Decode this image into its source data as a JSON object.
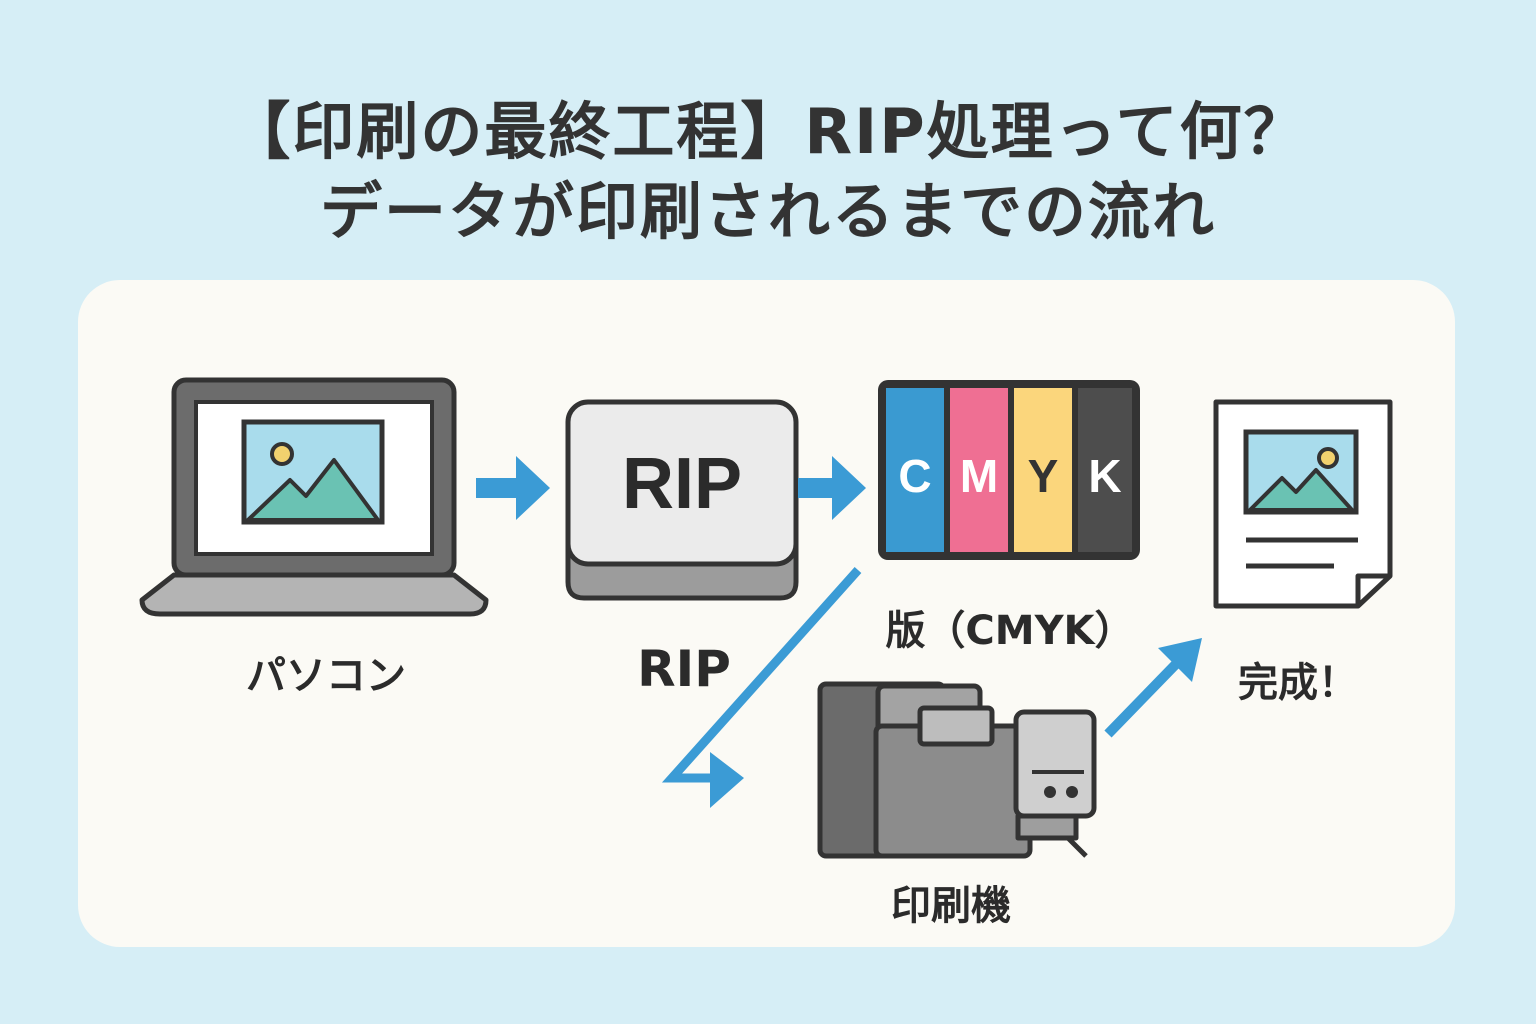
{
  "title": {
    "line1": "【印刷の最終工程】RIP処理って何？",
    "line2": "データが印刷されるまでの流れ"
  },
  "steps": {
    "pc": {
      "label": "パソコン",
      "icon": "laptop-icon"
    },
    "rip": {
      "label": "RIP",
      "box_text": "RIP",
      "icon": "rip-box-icon"
    },
    "plate": {
      "label": "版（CMYK）",
      "icon": "cmyk-plate-icon",
      "channels": [
        {
          "letter": "C",
          "color": "#3a9ad1"
        },
        {
          "letter": "M",
          "color": "#ef6f93"
        },
        {
          "letter": "Y",
          "color": "#fbd67c"
        },
        {
          "letter": "K",
          "color": "#4d4d4d"
        }
      ]
    },
    "press": {
      "label": "印刷機",
      "icon": "printing-press-icon"
    },
    "done": {
      "label": "完成！",
      "icon": "printed-document-icon"
    }
  },
  "colors": {
    "background": "#d6eef6",
    "card": "#fbfaf5",
    "arrow": "#3b9bd5",
    "outline": "#333333"
  }
}
